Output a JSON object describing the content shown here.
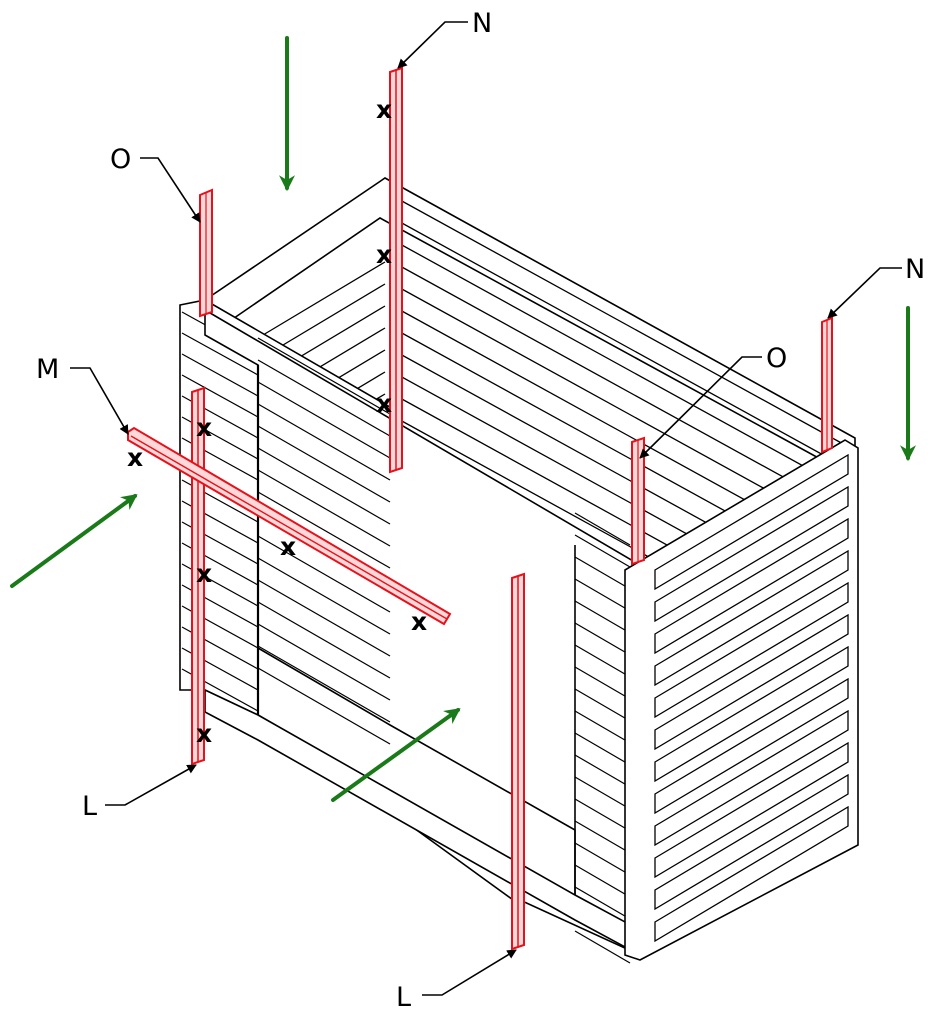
{
  "colors": {
    "outline": "#000000",
    "highlight_part": "#e8101a",
    "highlight_fill": "#ffd9d9",
    "arrow": "#1a7a1a",
    "background": "#ffffff"
  },
  "callouts": {
    "n_top": "N",
    "n_right": "N",
    "o_left": "O",
    "o_right": "O",
    "m_beam": "M",
    "l_left": "L",
    "l_bottom": "L"
  },
  "fastener_mark": "x"
}
